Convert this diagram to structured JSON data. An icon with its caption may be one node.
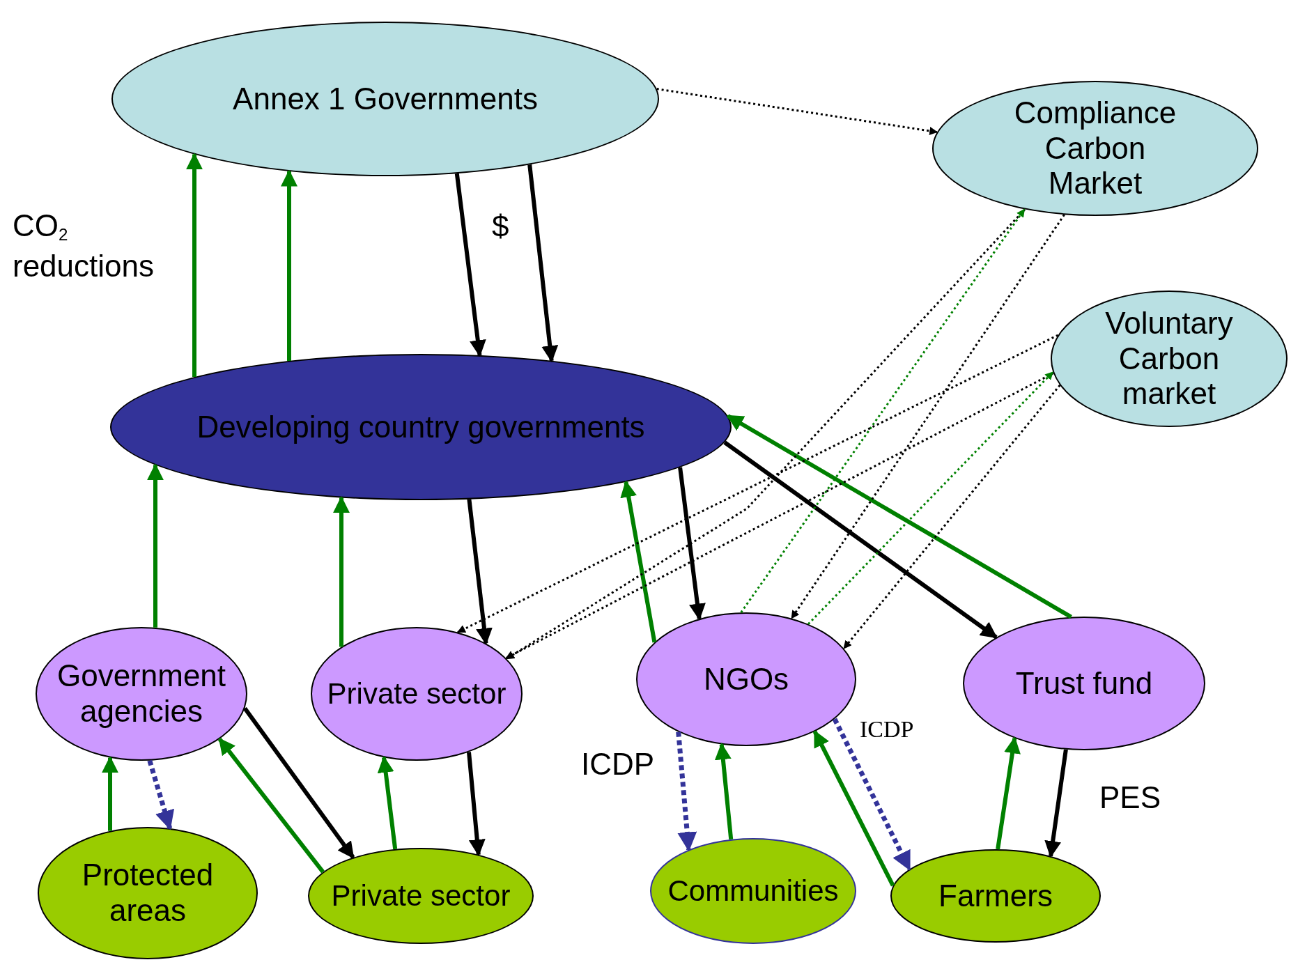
{
  "diagram": {
    "nodes": [
      {
        "text": [
          "Annex 1 Governments"
        ]
      },
      {
        "text": [
          "Compliance Carbon Market"
        ]
      },
      {
        "text": [
          "Voluntary Carbon market"
        ]
      },
      {
        "text": [
          "Developing country governments"
        ]
      },
      {
        "text": [
          "Government agencies"
        ]
      },
      {
        "text": [
          "Private sector"
        ]
      },
      {
        "text": [
          "NGOs"
        ]
      },
      {
        "text": [
          "Trust fund"
        ]
      },
      {
        "text": [
          "Protected areas"
        ]
      },
      {
        "text": [
          "Private sector"
        ]
      },
      {
        "text": [
          "Communities"
        ]
      },
      {
        "text": [
          "Farmers"
        ]
      }
    ],
    "edges": [
      {
        "from": 3,
        "to": 0,
        "arrow": "to"
      },
      {
        "from": 3,
        "to": 0,
        "arrow": "to"
      },
      {
        "from": 0,
        "to": 3,
        "arrow": "to",
        "color": "#000000"
      },
      {
        "from": 0,
        "to": 3,
        "arrow": "to",
        "color": "#000000"
      },
      {
        "from": 0,
        "to": 1,
        "arrow": "to",
        "style": "dashed",
        "color": "#000000"
      },
      {
        "from": 4,
        "to": 3,
        "arrow": "to"
      },
      {
        "from": 5,
        "to": 3,
        "arrow": "to"
      },
      {
        "from": 3,
        "to": 5,
        "arrow": "to",
        "color": "#000000"
      },
      {
        "from": 6,
        "to": 3,
        "arrow": "to"
      },
      {
        "from": 3,
        "to": 6,
        "arrow": "to",
        "color": "#000000"
      },
      {
        "from": 3,
        "to": 7,
        "arrow": "to",
        "color": "#000000"
      },
      {
        "from": 7,
        "to": 3,
        "arrow": "to"
      },
      {
        "from": 1,
        "to": 5,
        "arrow": "to",
        "style": "dashed",
        "color": "#000000"
      },
      {
        "from": 1,
        "to": 6,
        "arrow": "to",
        "style": "dashed",
        "color": "#000000"
      },
      {
        "from": 6,
        "to": 1,
        "arrow": "to",
        "style": "dashed"
      },
      {
        "from": 2,
        "to": 5,
        "arrow": "to",
        "style": "dashed",
        "color": "#000000"
      },
      {
        "from": 2,
        "to": 5,
        "arrow": "to",
        "style": "dashed",
        "color": "#000000"
      },
      {
        "from": 6,
        "to": 2,
        "arrow": "to",
        "style": "dashed"
      },
      {
        "from": 2,
        "to": 6,
        "arrow": "to",
        "style": "dashed",
        "color": "#000000"
      },
      {
        "from": 8,
        "to": 4,
        "arrow": "to"
      },
      {
        "from": 4,
        "to": 8,
        "arrow": "to",
        "style": "dashed",
        "color": "#333399"
      },
      {
        "from": 4,
        "to": 9,
        "arrow": "to",
        "color": "#000000"
      },
      {
        "from": 9,
        "to": 4,
        "arrow": "to"
      },
      {
        "from": 9,
        "to": 5,
        "arrow": "to"
      },
      {
        "from": 5,
        "to": 9,
        "arrow": "to",
        "color": "#000000"
      },
      {
        "from": 6,
        "to": 10,
        "arrow": "to",
        "style": "dashed",
        "color": "#333399"
      },
      {
        "from": 10,
        "to": 6,
        "arrow": "to"
      },
      {
        "from": 11,
        "to": 6,
        "arrow": "to"
      },
      {
        "from": 6,
        "to": 11,
        "arrow": "to",
        "style": "dashed",
        "color": "#333399"
      },
      {
        "from": 11,
        "to": 7,
        "arrow": "to"
      },
      {
        "from": 7,
        "to": 11,
        "arrow": "to",
        "color": "#000000"
      }
    ],
    "labels": [
      "CO$_{2}$ reductions",
      "$",
      "ICDP",
      "ICDP",
      "PES"
    ]
  }
}
